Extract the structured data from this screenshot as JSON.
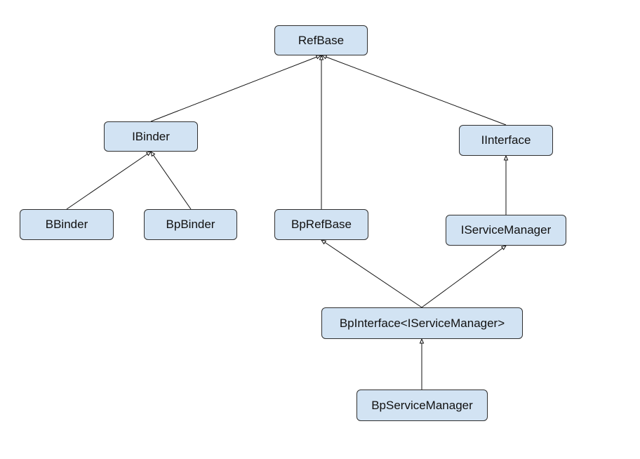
{
  "diagram": {
    "nodes": {
      "refbase": "RefBase",
      "ibinder": "IBinder",
      "iinterface": "IInterface",
      "bbinder": "BBinder",
      "bpbinder": "BpBinder",
      "bprefbase": "BpRefBase",
      "iservicemanager": "IServiceManager",
      "bpinterface": "BpInterface<IServiceManager>",
      "bpservicemanager": "BpServiceManager"
    },
    "edges": [
      {
        "from": "ibinder",
        "to": "refbase",
        "relation": "inherits"
      },
      {
        "from": "bprefbase",
        "to": "refbase",
        "relation": "inherits"
      },
      {
        "from": "iinterface",
        "to": "refbase",
        "relation": "inherits"
      },
      {
        "from": "bbinder",
        "to": "ibinder",
        "relation": "inherits"
      },
      {
        "from": "bpbinder",
        "to": "ibinder",
        "relation": "inherits"
      },
      {
        "from": "iservicemanager",
        "to": "iinterface",
        "relation": "inherits"
      },
      {
        "from": "bpinterface",
        "to": "bprefbase",
        "relation": "inherits"
      },
      {
        "from": "bpinterface",
        "to": "iservicemanager",
        "relation": "inherits"
      },
      {
        "from": "bpservicemanager",
        "to": "bpinterface",
        "relation": "inherits"
      }
    ],
    "colors": {
      "node_fill": "#d2e3f3",
      "node_border": "#2f2f2f",
      "edge": "#111111",
      "background": "#ffffff"
    }
  }
}
